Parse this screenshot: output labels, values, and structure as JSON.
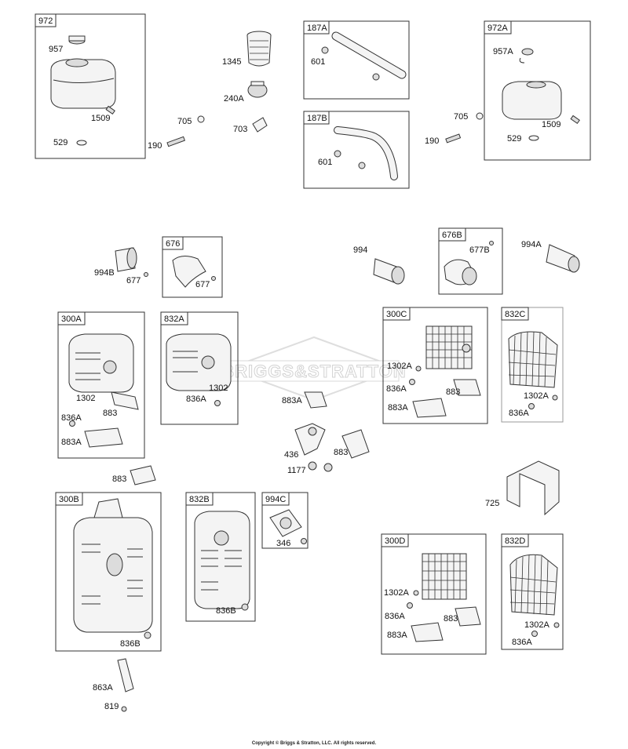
{
  "watermark": "BRIGGS&STRATTON",
  "copyright": "Copyright © Briggs & Stratton, LLC. All rights reserved.",
  "boxes": {
    "b972": "972",
    "b187A": "187A",
    "b187B": "187B",
    "b972A": "972A",
    "b676": "676",
    "b676B": "676B",
    "b300A": "300A",
    "b832A": "832A",
    "b300C": "300C",
    "b832C": "832C",
    "b300B": "300B",
    "b832B": "832B",
    "b994C": "994C",
    "b300D": "300D",
    "b832D": "832D"
  },
  "labels": {
    "l957": "957",
    "l1509a": "1509",
    "l529a": "529",
    "l1345": "1345",
    "l240A": "240A",
    "l703": "703",
    "l705a": "705",
    "l190a": "190",
    "l601a": "601",
    "l601b": "601",
    "l957A": "957A",
    "l705b": "705",
    "l190b": "190",
    "l1509b": "1509",
    "l529b": "529",
    "l994B": "994B",
    "l677a": "677",
    "l677b": "677",
    "l994": "994",
    "l677B": "677B",
    "l994A": "994A",
    "l1302a": "1302",
    "l836Aa": "836A",
    "l883a": "883",
    "l883Aa": "883A",
    "l1302b": "1302",
    "l836Ab": "836A",
    "l883Ab": "883A",
    "l436": "436",
    "l883b": "883",
    "l1177": "1177",
    "l1302Aa": "1302A",
    "l836Ac": "836A",
    "l883c": "883",
    "l883Ac": "883A",
    "l1302Ab": "1302A",
    "l836Ad": "836A",
    "l883d": "883",
    "l725": "725",
    "l346": "346",
    "l836Ba": "836B",
    "l836Bb": "836B",
    "l863A": "863A",
    "l819": "819",
    "l1302Ac": "1302A",
    "l836Ae": "836A",
    "l883e": "883",
    "l883Ad": "883A",
    "l1302Ad": "1302A",
    "l836Af": "836A"
  }
}
